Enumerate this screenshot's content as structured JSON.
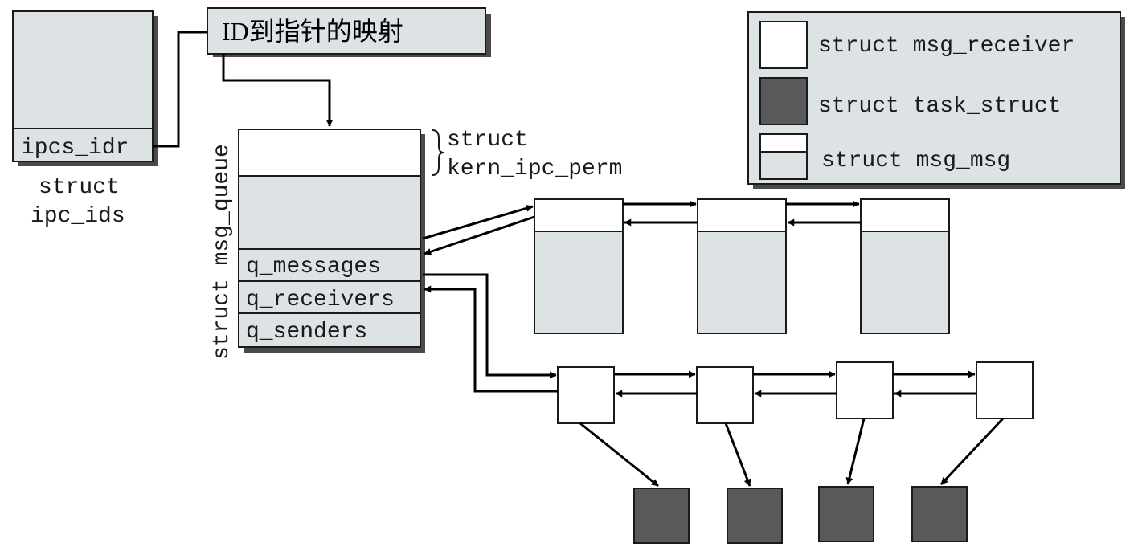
{
  "ipc_ids": {
    "field": "ipcs_idr",
    "caption_line1": "struct",
    "caption_line2": "ipc_ids"
  },
  "mapping": {
    "label": "ID到指针的映射"
  },
  "msg_queue": {
    "side_label": "struct msg_queue",
    "perm_line1": "struct",
    "perm_line2": "kern_ipc_perm",
    "fields": [
      "q_messages",
      "q_receivers",
      "q_senders"
    ]
  },
  "legend": {
    "items": [
      {
        "label": "struct msg_receiver",
        "kind": "receiver"
      },
      {
        "label": "struct task_struct",
        "kind": "task"
      },
      {
        "label": "struct msg_msg",
        "kind": "msg"
      }
    ]
  },
  "colors": {
    "panel": "#dde2e4",
    "task": "#59595b",
    "white": "#ffffff",
    "ink": "#1a1a1a"
  }
}
